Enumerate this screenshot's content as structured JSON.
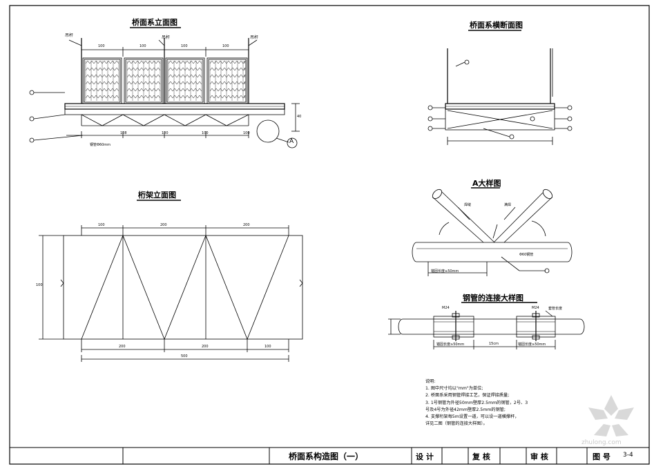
{
  "drawing": {
    "deck_elevation_title": "桥面系立面图",
    "deck_cross_section_title": "桥面系横断面图",
    "truss_elevation_title": "桁架立面图",
    "detail_a_title": "A大样图",
    "pipe_connection_title": "钢管的连接大样图",
    "detail_marker": "A",
    "deck_elevation_labels": {
      "hanger_left": "吊杆",
      "hanger_mid": "吊杆",
      "hanger_right": "吊杆",
      "dims_top": [
        "100",
        "100",
        "100",
        "100"
      ],
      "dims_bottom": [
        "108",
        "100",
        "100",
        "100"
      ],
      "pipe_note": "钢管Φ60mm",
      "height_dim": "40"
    },
    "truss_labels": {
      "dims_top": [
        "100",
        "200",
        "200"
      ],
      "dims_bottom": [
        "200",
        "200",
        "100"
      ],
      "total": "500",
      "height": "100"
    },
    "detail_labels": {
      "weld": "焊缝",
      "weld_note": "满焊",
      "pipe_note": "Φ60钢管",
      "anchor_len": "锚固长度≥50mm",
      "bolt_left": "M24",
      "bolt_right": "M24",
      "sleeve": "套管长度",
      "joint_left": "锚固长度≥50mm",
      "joint_right": "锚固长度≥50mm",
      "gap": "15cm"
    },
    "notes": {
      "heading": "说明:",
      "lines": [
        "1. 图中尺寸均以\"mm\"为单位;",
        "2. 桥面系采用钢管焊接工艺，保证焊接质量;",
        "3. 1号钢管为外径50mm壁厚2.5mm的钢管，2号、3",
        "号及4号为外径42mm壁厚2.5mm的钢管;",
        "4. 支撑桁架每5m设置一道，可以设一道横撑杆，",
        "详见二图（钢管的连接大样图）。"
      ]
    }
  },
  "title_block": {
    "drawing_name": "桥面系构造图（一）",
    "design": "设 计",
    "check": "复 核",
    "review": "审 核",
    "sheet_no_label": "图 号",
    "sheet_no": "3-4"
  },
  "watermark": "zhulong.com"
}
